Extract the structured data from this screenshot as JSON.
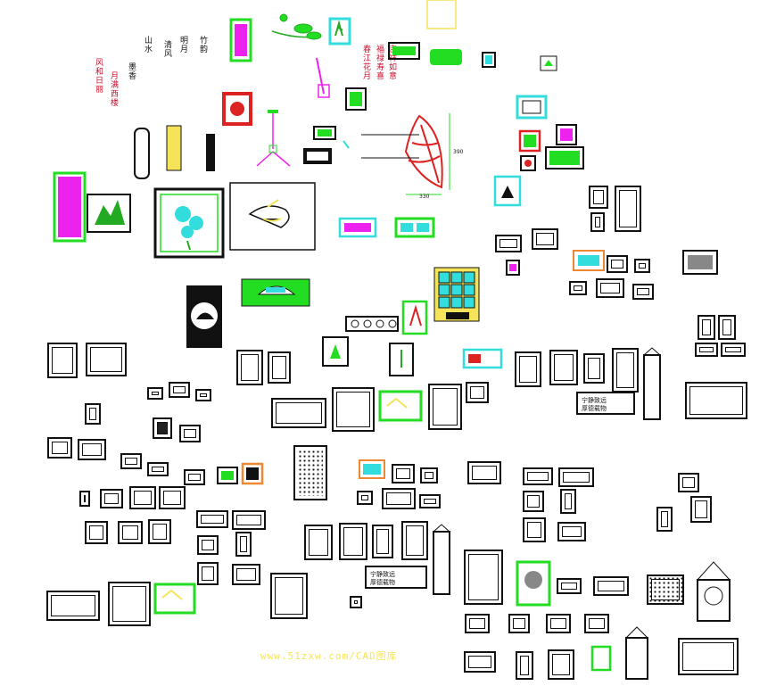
{
  "drawing": {
    "watermark": "www.51zxw.com/CAD图库",
    "dimension_labels": [
      "390",
      "330"
    ],
    "calligraphy_red": [
      "风和日丽",
      "月满西楼",
      "春江花月",
      "福禄寿喜",
      "吉祥如意"
    ],
    "calligraphy_black": [
      "墨香",
      "山水",
      "清风",
      "明月",
      "竹韵"
    ],
    "plaque_text": [
      "宁静致远",
      "厚德载物"
    ]
  },
  "colors": {
    "green": "#22dd22",
    "magenta": "#ee22ee",
    "cyan": "#33dddd",
    "red": "#dd2222",
    "yellow": "#f5e45a",
    "orange": "#ee8833",
    "black": "#111111"
  }
}
